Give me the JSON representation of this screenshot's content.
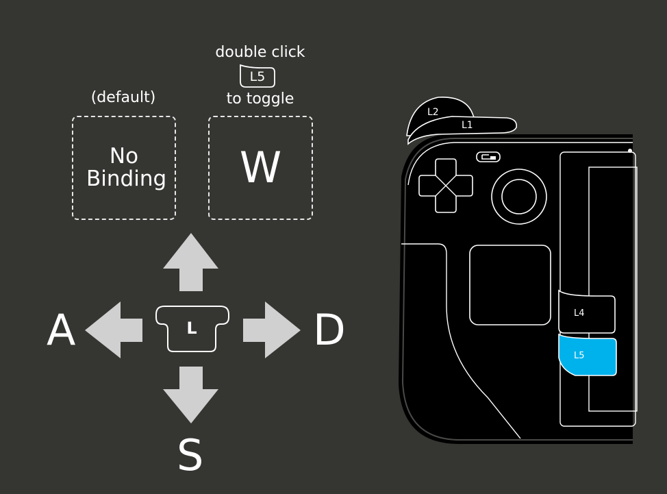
{
  "left_panel": {
    "default_caption": "(default)",
    "toggle_caption_top": "double click",
    "toggle_key": "L5",
    "toggle_caption_bottom": "to toggle",
    "default_binding": "No Binding",
    "toggle_binding": "W",
    "up_key": "W",
    "left_key": "A",
    "right_key": "D",
    "down_key": "S",
    "center_button": "L"
  },
  "device": {
    "buttons": {
      "l2": "L2",
      "l1": "L1",
      "l4": "L4",
      "l5": "L5"
    },
    "highlight_color": "#00b2ec"
  }
}
